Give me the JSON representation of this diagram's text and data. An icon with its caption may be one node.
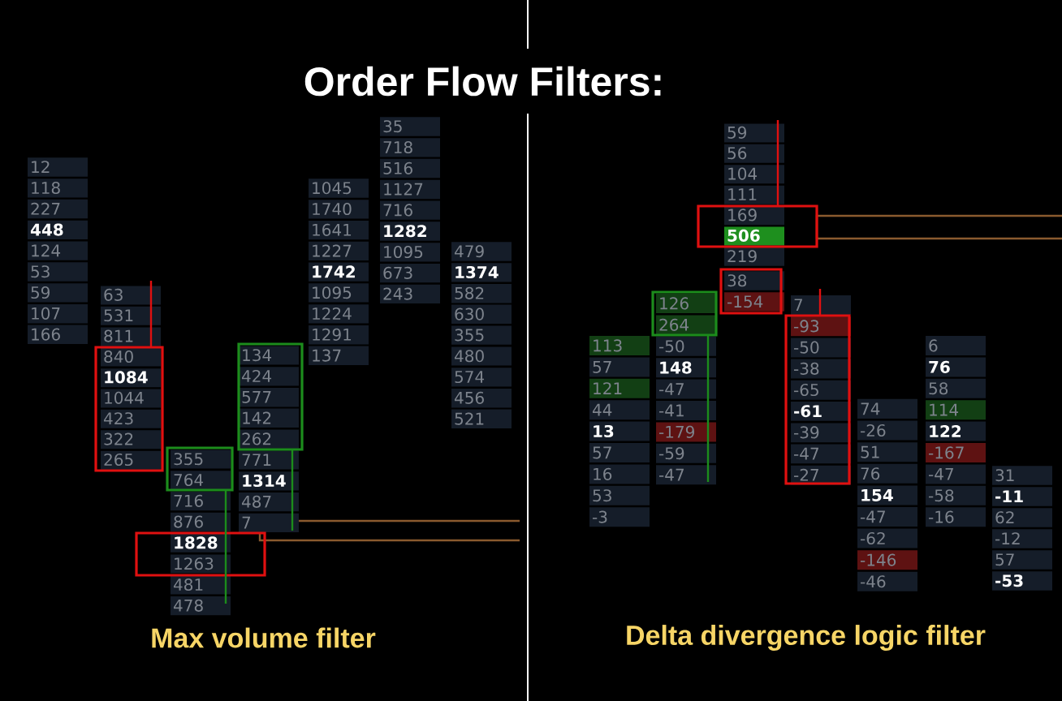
{
  "diagram": {
    "title": "Order Flow Filters:",
    "nodes": [
      {
        "text": [
          "12",
          "118",
          "227",
          "448",
          "124",
          "53",
          "59",
          "107",
          "166"
        ]
      },
      {
        "text": [
          "63",
          "531",
          "811",
          "840",
          "1084",
          "1044",
          "423",
          "322",
          "265"
        ]
      },
      {
        "text": [
          "355",
          "764",
          "716",
          "876",
          "1828",
          "1263",
          "481",
          "478"
        ]
      },
      {
        "text": [
          "134",
          "424",
          "577",
          "142",
          "262",
          "771",
          "1314",
          "487",
          "7"
        ]
      },
      {
        "text": [
          "1045",
          "1740",
          "1641",
          "1227",
          "1742",
          "1095",
          "1224",
          "1291",
          "137"
        ]
      },
      {
        "text": [
          "35",
          "718",
          "516",
          "1127",
          "716",
          "1282",
          "1095",
          "673",
          "243"
        ]
      },
      {
        "text": [
          "479",
          "1374",
          "582",
          "630",
          "355",
          "480",
          "574",
          "456",
          "521"
        ]
      },
      {
        "text": [
          "113",
          "57",
          "121",
          "44",
          "13",
          "57",
          "16",
          "53",
          "-3"
        ]
      },
      {
        "text": [
          "126",
          "264",
          "-50",
          "148",
          "-47",
          "-41",
          "-179",
          "-59",
          "-47"
        ]
      },
      {
        "text": [
          "59",
          "56",
          "104",
          "111",
          "169",
          "506",
          "219"
        ]
      },
      {
        "text": [
          "38",
          "-154"
        ]
      },
      {
        "text": [
          "7",
          "-93",
          "-50",
          "-38",
          "-65",
          "-61",
          "-39",
          "-47",
          "-27"
        ]
      },
      {
        "text": [
          "74",
          "-26",
          "51",
          "76",
          "154",
          "-47",
          "-62",
          "-146",
          "-46"
        ]
      },
      {
        "text": [
          "6",
          "76",
          "58",
          "114",
          "122",
          "-167",
          "-47",
          "-58",
          "-16"
        ]
      },
      {
        "text": [
          "31",
          "-11",
          "62",
          "-12",
          "57",
          "-53"
        ]
      }
    ],
    "labels": [
      "Max volume filter",
      "Delta divergence logic filter"
    ]
  }
}
